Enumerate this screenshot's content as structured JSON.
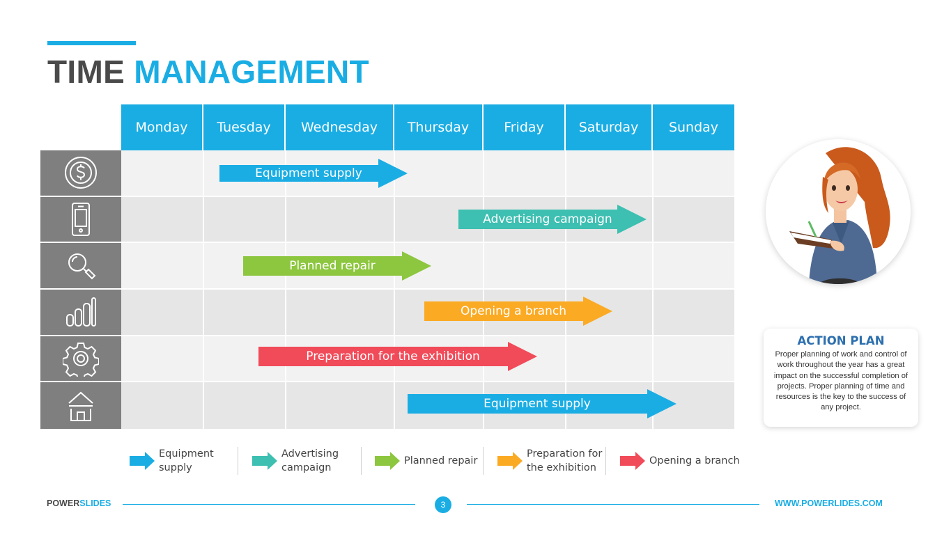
{
  "title": {
    "part1": "TIME",
    "part2": "MANAGEMENT"
  },
  "days": [
    "Monday",
    "Tuesday",
    "Wednesday",
    "Thursday",
    "Friday",
    "Saturday",
    "Sunday"
  ],
  "rows": [
    {
      "icon": "dollar-coin-icon",
      "task": "Equipment supply",
      "color": "#1AADE4"
    },
    {
      "icon": "smartphone-icon",
      "task": "Advertising campaign",
      "color": "#3DBFB1"
    },
    {
      "icon": "magnifier-icon",
      "task": "Planned repair",
      "color": "#8DC63F"
    },
    {
      "icon": "bar-chart-icon",
      "task": "Opening a branch",
      "color": "#FBAA24"
    },
    {
      "icon": "gear-icon",
      "task": "Preparation for the exhibition",
      "color": "#F14B59"
    },
    {
      "icon": "house-icon",
      "task": "Equipment supply",
      "color": "#1AADE4"
    }
  ],
  "legend": [
    {
      "line1": "Equipment",
      "line2": "supply",
      "color": "#1AADE4"
    },
    {
      "line1": "Advertising",
      "line2": "campaign",
      "color": "#3DBFB1"
    },
    {
      "line1": "Planned repair",
      "line2": "",
      "color": "#8DC63F"
    },
    {
      "line1": "Preparation for",
      "line2": "the exhibition",
      "color": "#FBAA24"
    },
    {
      "line1": "Opening a branch",
      "line2": "",
      "color": "#F14B59"
    }
  ],
  "action_plan": {
    "title": "ACTION PLAN",
    "text": "Proper planning of work and control of work throughout the year has a great impact on the successful completion of projects. Proper planning of time and resources is the key to the success of any project."
  },
  "footer": {
    "brand1": "POWER",
    "brand2": "SLIDES",
    "page": "3",
    "url": "WWW.POWERLIDES.COM"
  },
  "colors": {
    "accent": "#1AADE4",
    "icon_column": "#7F7F7F",
    "row_light": "#F2F2F2",
    "row_dark": "#E6E6E6"
  }
}
